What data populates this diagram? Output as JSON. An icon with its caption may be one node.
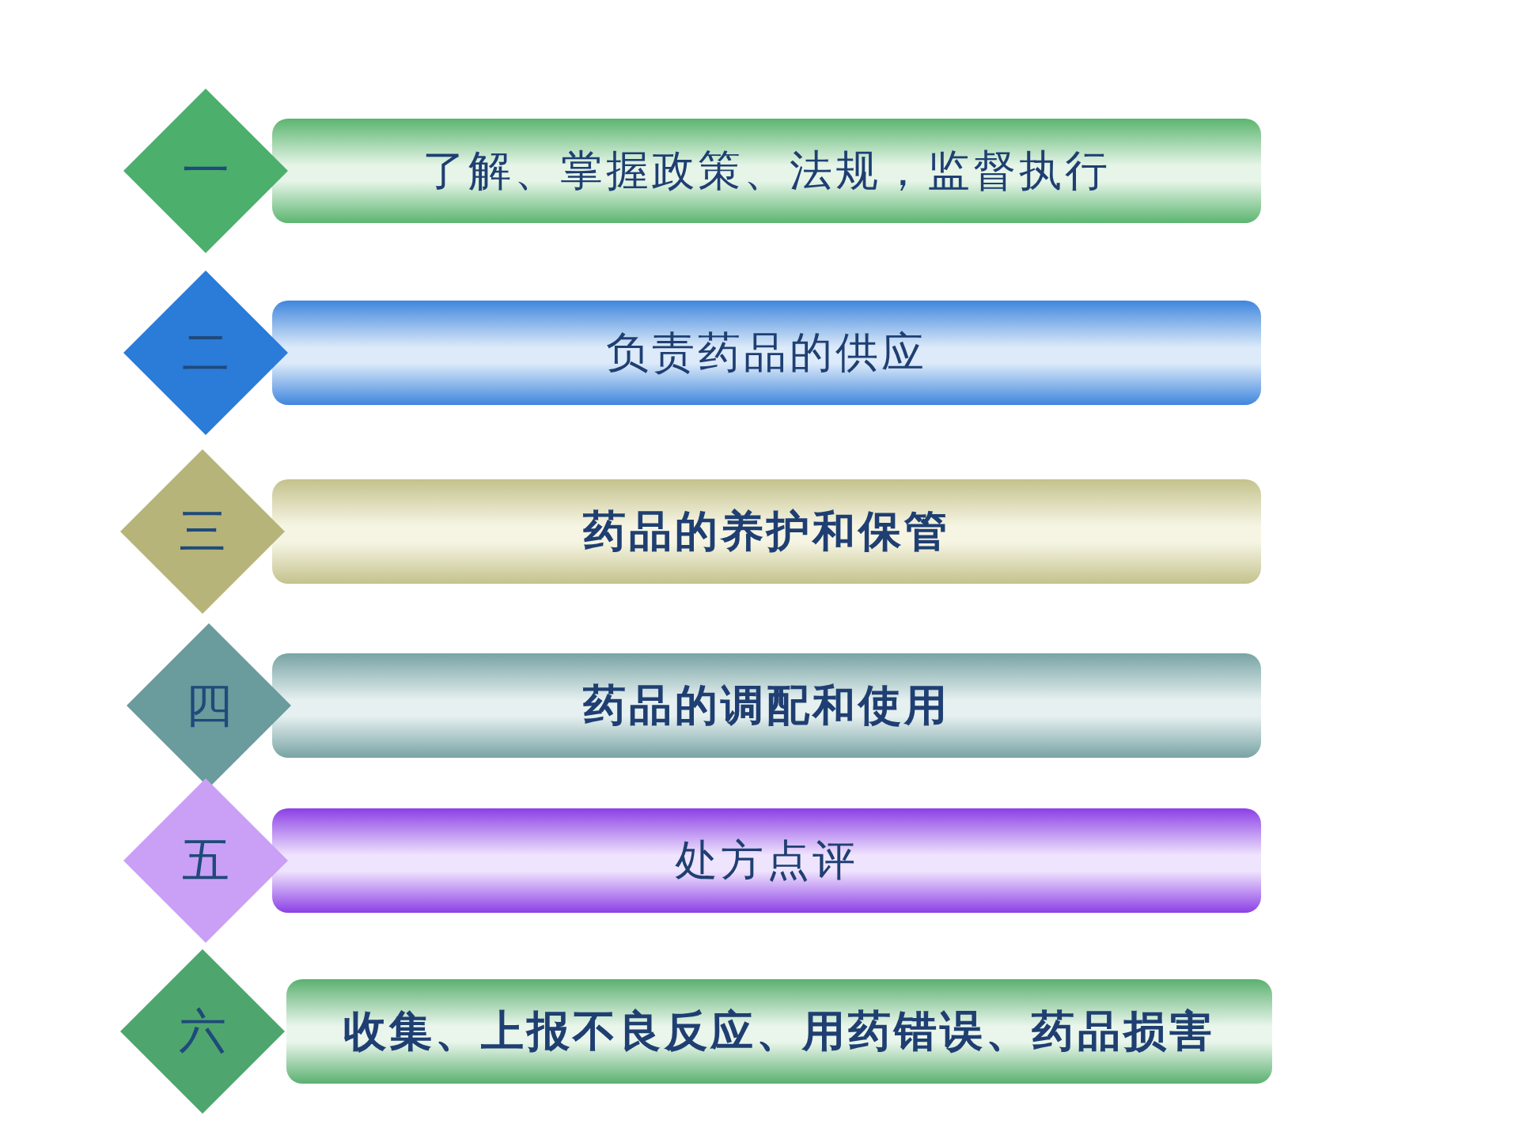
{
  "diagram": {
    "nodes": [
      {
        "text": [
          "一"
        ]
      },
      {
        "text": [
          "了解、掌握政策、法规，监督执行"
        ]
      },
      {
        "text": [
          "二"
        ]
      },
      {
        "text": [
          "负责药品的供应"
        ]
      },
      {
        "text": [
          "三"
        ]
      },
      {
        "text": [
          "药品的养护和保管"
        ]
      },
      {
        "text": [
          "四"
        ]
      },
      {
        "text": [
          "药品的调配和使用"
        ]
      },
      {
        "text": [
          "五"
        ]
      },
      {
        "text": [
          "处方点评"
        ]
      },
      {
        "text": [
          "六"
        ]
      },
      {
        "text": [
          "收集、上报不良反应、用药错误、药品损害"
        ]
      }
    ]
  }
}
